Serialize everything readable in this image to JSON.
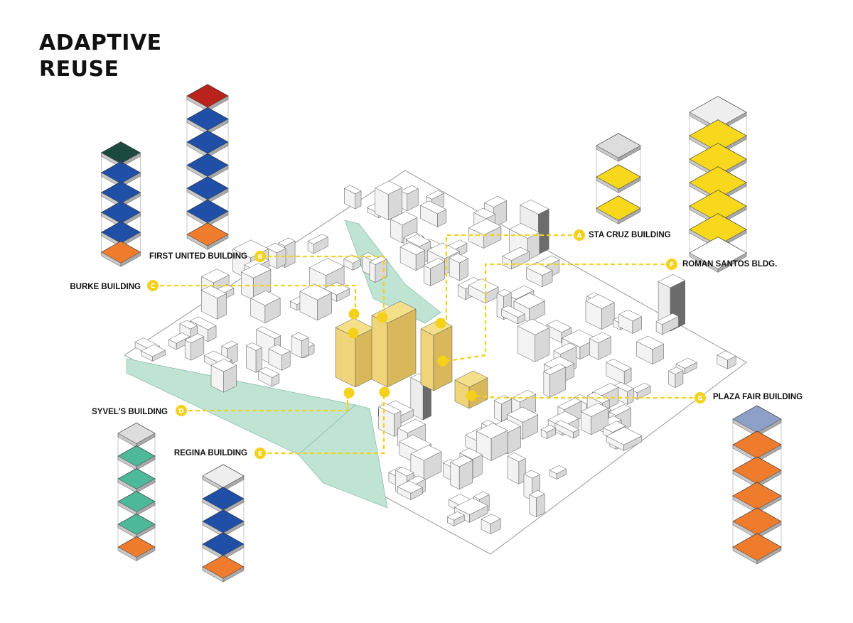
{
  "title": {
    "line1": "ADAPTIVE",
    "line2": "REUSE"
  },
  "colors": {
    "highlight": "#f4e08a",
    "leader": "#f4d11a",
    "canal": "#bfe4d4",
    "blue_floor": "#1f4fa6",
    "teal_floor": "#4db89a",
    "orange_floor": "#ef7b2c",
    "yellow_floor": "#f7d81c",
    "red_roof": "#b8231c",
    "dark_roof": "#1d4a40"
  },
  "buildings": [
    {
      "id": "A",
      "label": "STA CRUZ BUILDING"
    },
    {
      "id": "B",
      "label": "FIRST UNITED BUILDING"
    },
    {
      "id": "C",
      "label": "BURKE BUILDING"
    },
    {
      "id": "D",
      "label": "SYVEL'S BUILDING"
    },
    {
      "id": "E",
      "label": "REGINA BUILDING"
    },
    {
      "id": "F",
      "label": "ROMAN SANTOS BLDG."
    },
    {
      "id": "G",
      "label": "PLAZA FAIR BUILDING"
    }
  ]
}
